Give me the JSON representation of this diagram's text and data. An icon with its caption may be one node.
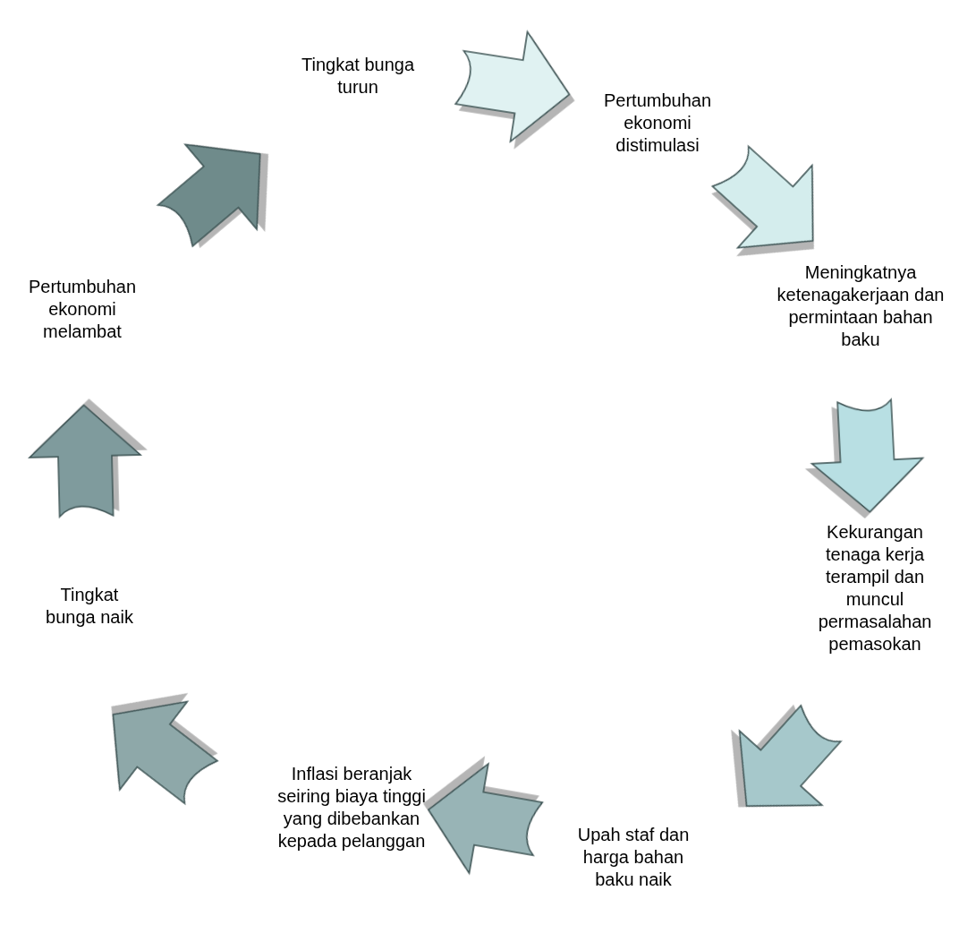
{
  "diagram": {
    "nodes": [
      {
        "text": [
          "Tingkat bunga turun"
        ]
      },
      {
        "text": [
          "Pertumbuhan ekonomi distimulasi"
        ]
      },
      {
        "text": [
          "Meningkatnya ketenagakerjaan dan permintaan bahan baku"
        ]
      },
      {
        "text": [
          "Kekurangan tenaga kerja terampil dan muncul permasalahan pemasokan"
        ]
      },
      {
        "text": [
          "Upah staf dan harga bahan baku naik"
        ]
      },
      {
        "text": [
          "Inflasi beranjak seiring biaya tinggi yang dibebankan kepada pelanggan"
        ]
      },
      {
        "text": [
          "Tingkat bunga naik"
        ]
      },
      {
        "text": [
          "Pertumbuhan ekonomi melambat"
        ]
      }
    ],
    "edges": [
      {
        "from": 0,
        "to": 1,
        "arrow": "to",
        "style": "thick",
        "color": "#e0f2f2"
      },
      {
        "from": 1,
        "to": 2,
        "arrow": "to",
        "style": "thick",
        "color": "#d4eded"
      },
      {
        "from": 2,
        "to": 3,
        "arrow": "to",
        "style": "thick",
        "color": "#b8dfe3"
      },
      {
        "from": 3,
        "to": 4,
        "arrow": "to",
        "style": "thick",
        "color": "#a6c8cb"
      },
      {
        "from": 4,
        "to": 5,
        "arrow": "to",
        "style": "thick",
        "color": "#98b4b6"
      },
      {
        "from": 5,
        "to": 6,
        "arrow": "to",
        "style": "thick",
        "color": "#8ea8a9"
      },
      {
        "from": 6,
        "to": 7,
        "arrow": "to",
        "style": "thick",
        "color": "#7f9b9d"
      },
      {
        "from": 7,
        "to": 0,
        "arrow": "to",
        "style": "thick",
        "color": "#6f8b8b"
      }
    ]
  }
}
